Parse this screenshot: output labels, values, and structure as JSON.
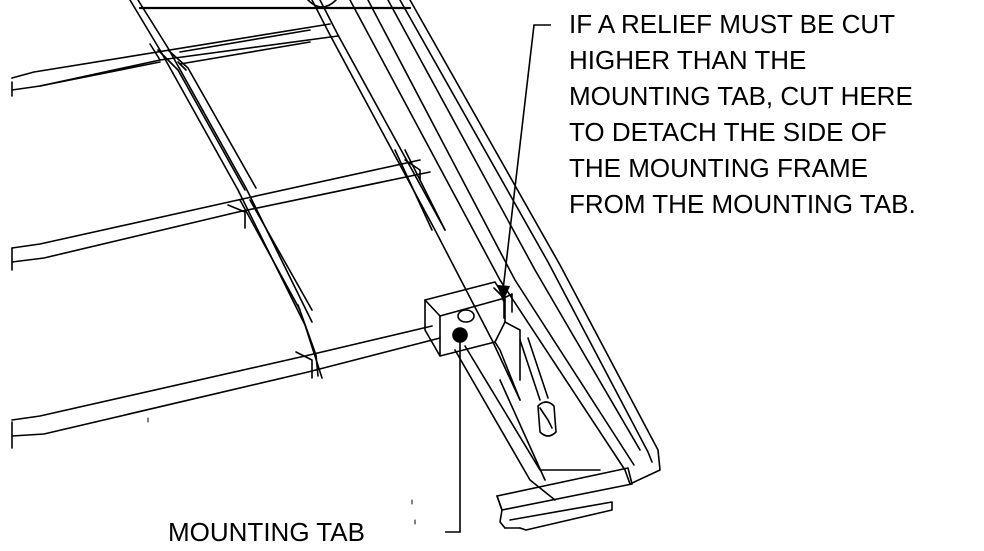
{
  "callouts": {
    "cut_note": {
      "lines": [
        "IF A RELIEF MUST BE CUT",
        "HIGHER THAN THE",
        "MOUNTING TAB, CUT HERE",
        "TO DETACH THE SIDE OF",
        "THE MOUNTING FRAME",
        "FROM THE MOUNTING TAB."
      ]
    },
    "mounting_tab": {
      "label": "MOUNTING TAB"
    }
  },
  "colors": {
    "line": "#000000",
    "background": "#ffffff"
  }
}
